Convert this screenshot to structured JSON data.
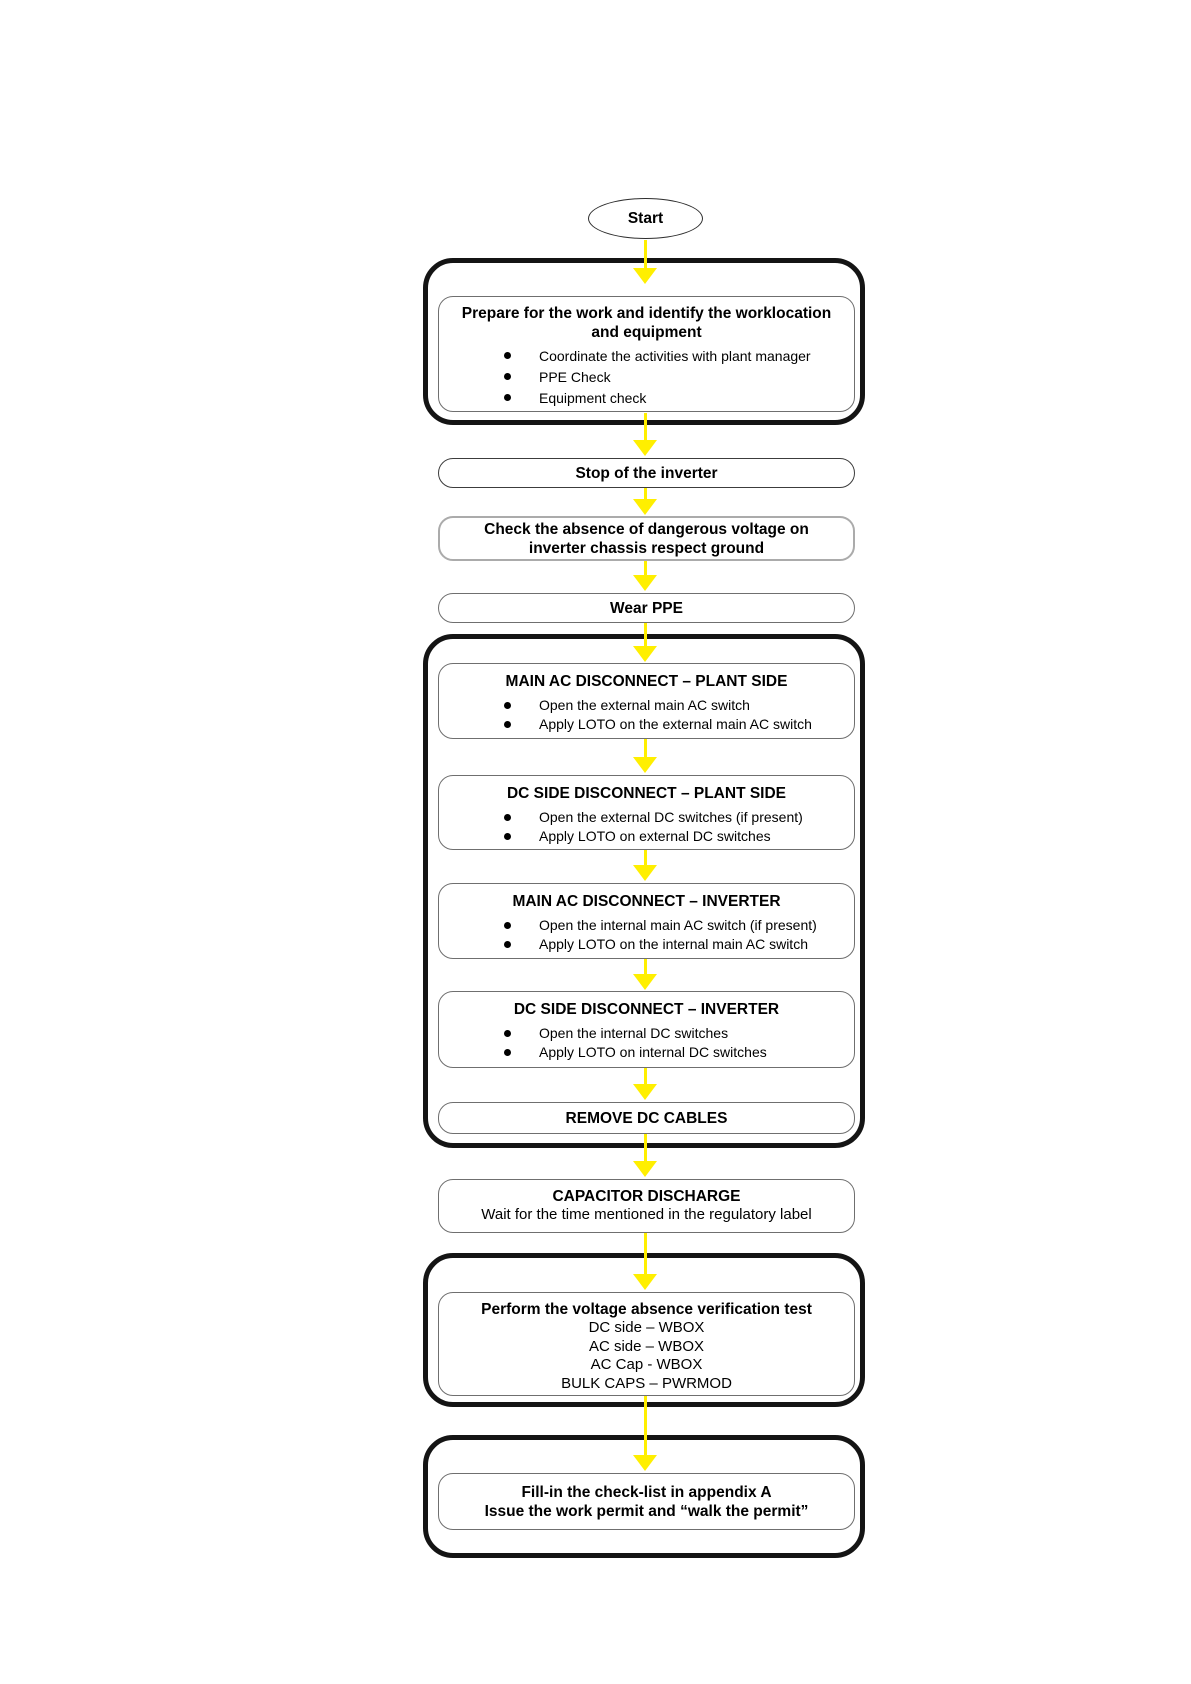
{
  "colors": {
    "arrow": "#ffef00",
    "thick_border": "#141414",
    "thin_border": "#6f6f6f",
    "gray_border": "#ababab",
    "text": "#000000",
    "background": "#ffffff"
  },
  "flowchart": {
    "start_label": "Start",
    "nodes": {
      "prepare": {
        "title_lines": [
          "Prepare for the work and identify the worklocation",
          "and equipment"
        ],
        "bullets": [
          "Coordinate the activities with plant manager",
          "PPE Check",
          "Equipment check"
        ]
      },
      "stop_inverter": {
        "title": "Stop of the inverter"
      },
      "check_voltage": {
        "lines": [
          "Check the absence of dangerous voltage on",
          "inverter chassis respect ground"
        ]
      },
      "wear_ppe": {
        "title": "Wear PPE"
      },
      "main_ac_plant": {
        "title": "MAIN AC DISCONNECT – PLANT SIDE",
        "bullets": [
          "Open the external main AC switch",
          "Apply LOTO on the external main AC switch"
        ]
      },
      "dc_plant": {
        "title": "DC SIDE DISCONNECT – PLANT SIDE",
        "bullets": [
          "Open the external DC switches (if present)",
          "Apply LOTO on external DC switches"
        ]
      },
      "main_ac_inverter": {
        "title": "MAIN AC DISCONNECT – INVERTER",
        "bullets": [
          "Open the internal main AC switch (if present)",
          "Apply LOTO on the internal main AC switch"
        ]
      },
      "dc_inverter": {
        "title": "DC SIDE DISCONNECT – INVERTER",
        "bullets": [
          "Open the internal DC switches",
          "Apply LOTO on internal DC switches"
        ]
      },
      "remove_dc": {
        "title": "REMOVE DC CABLES"
      },
      "capacitor": {
        "title": "CAPACITOR DISCHARGE",
        "note": "Wait for the time mentioned in the regulatory label"
      },
      "verification": {
        "title": "Perform the voltage absence verification test",
        "lines": [
          "DC side – WBOX",
          "AC side – WBOX",
          "AC Cap - WBOX",
          "BULK CAPS – PWRMOD"
        ]
      },
      "fill_in": {
        "lines": [
          "Fill-in the check-list in appendix A",
          "Issue the work permit and “walk the permit”"
        ]
      }
    }
  }
}
